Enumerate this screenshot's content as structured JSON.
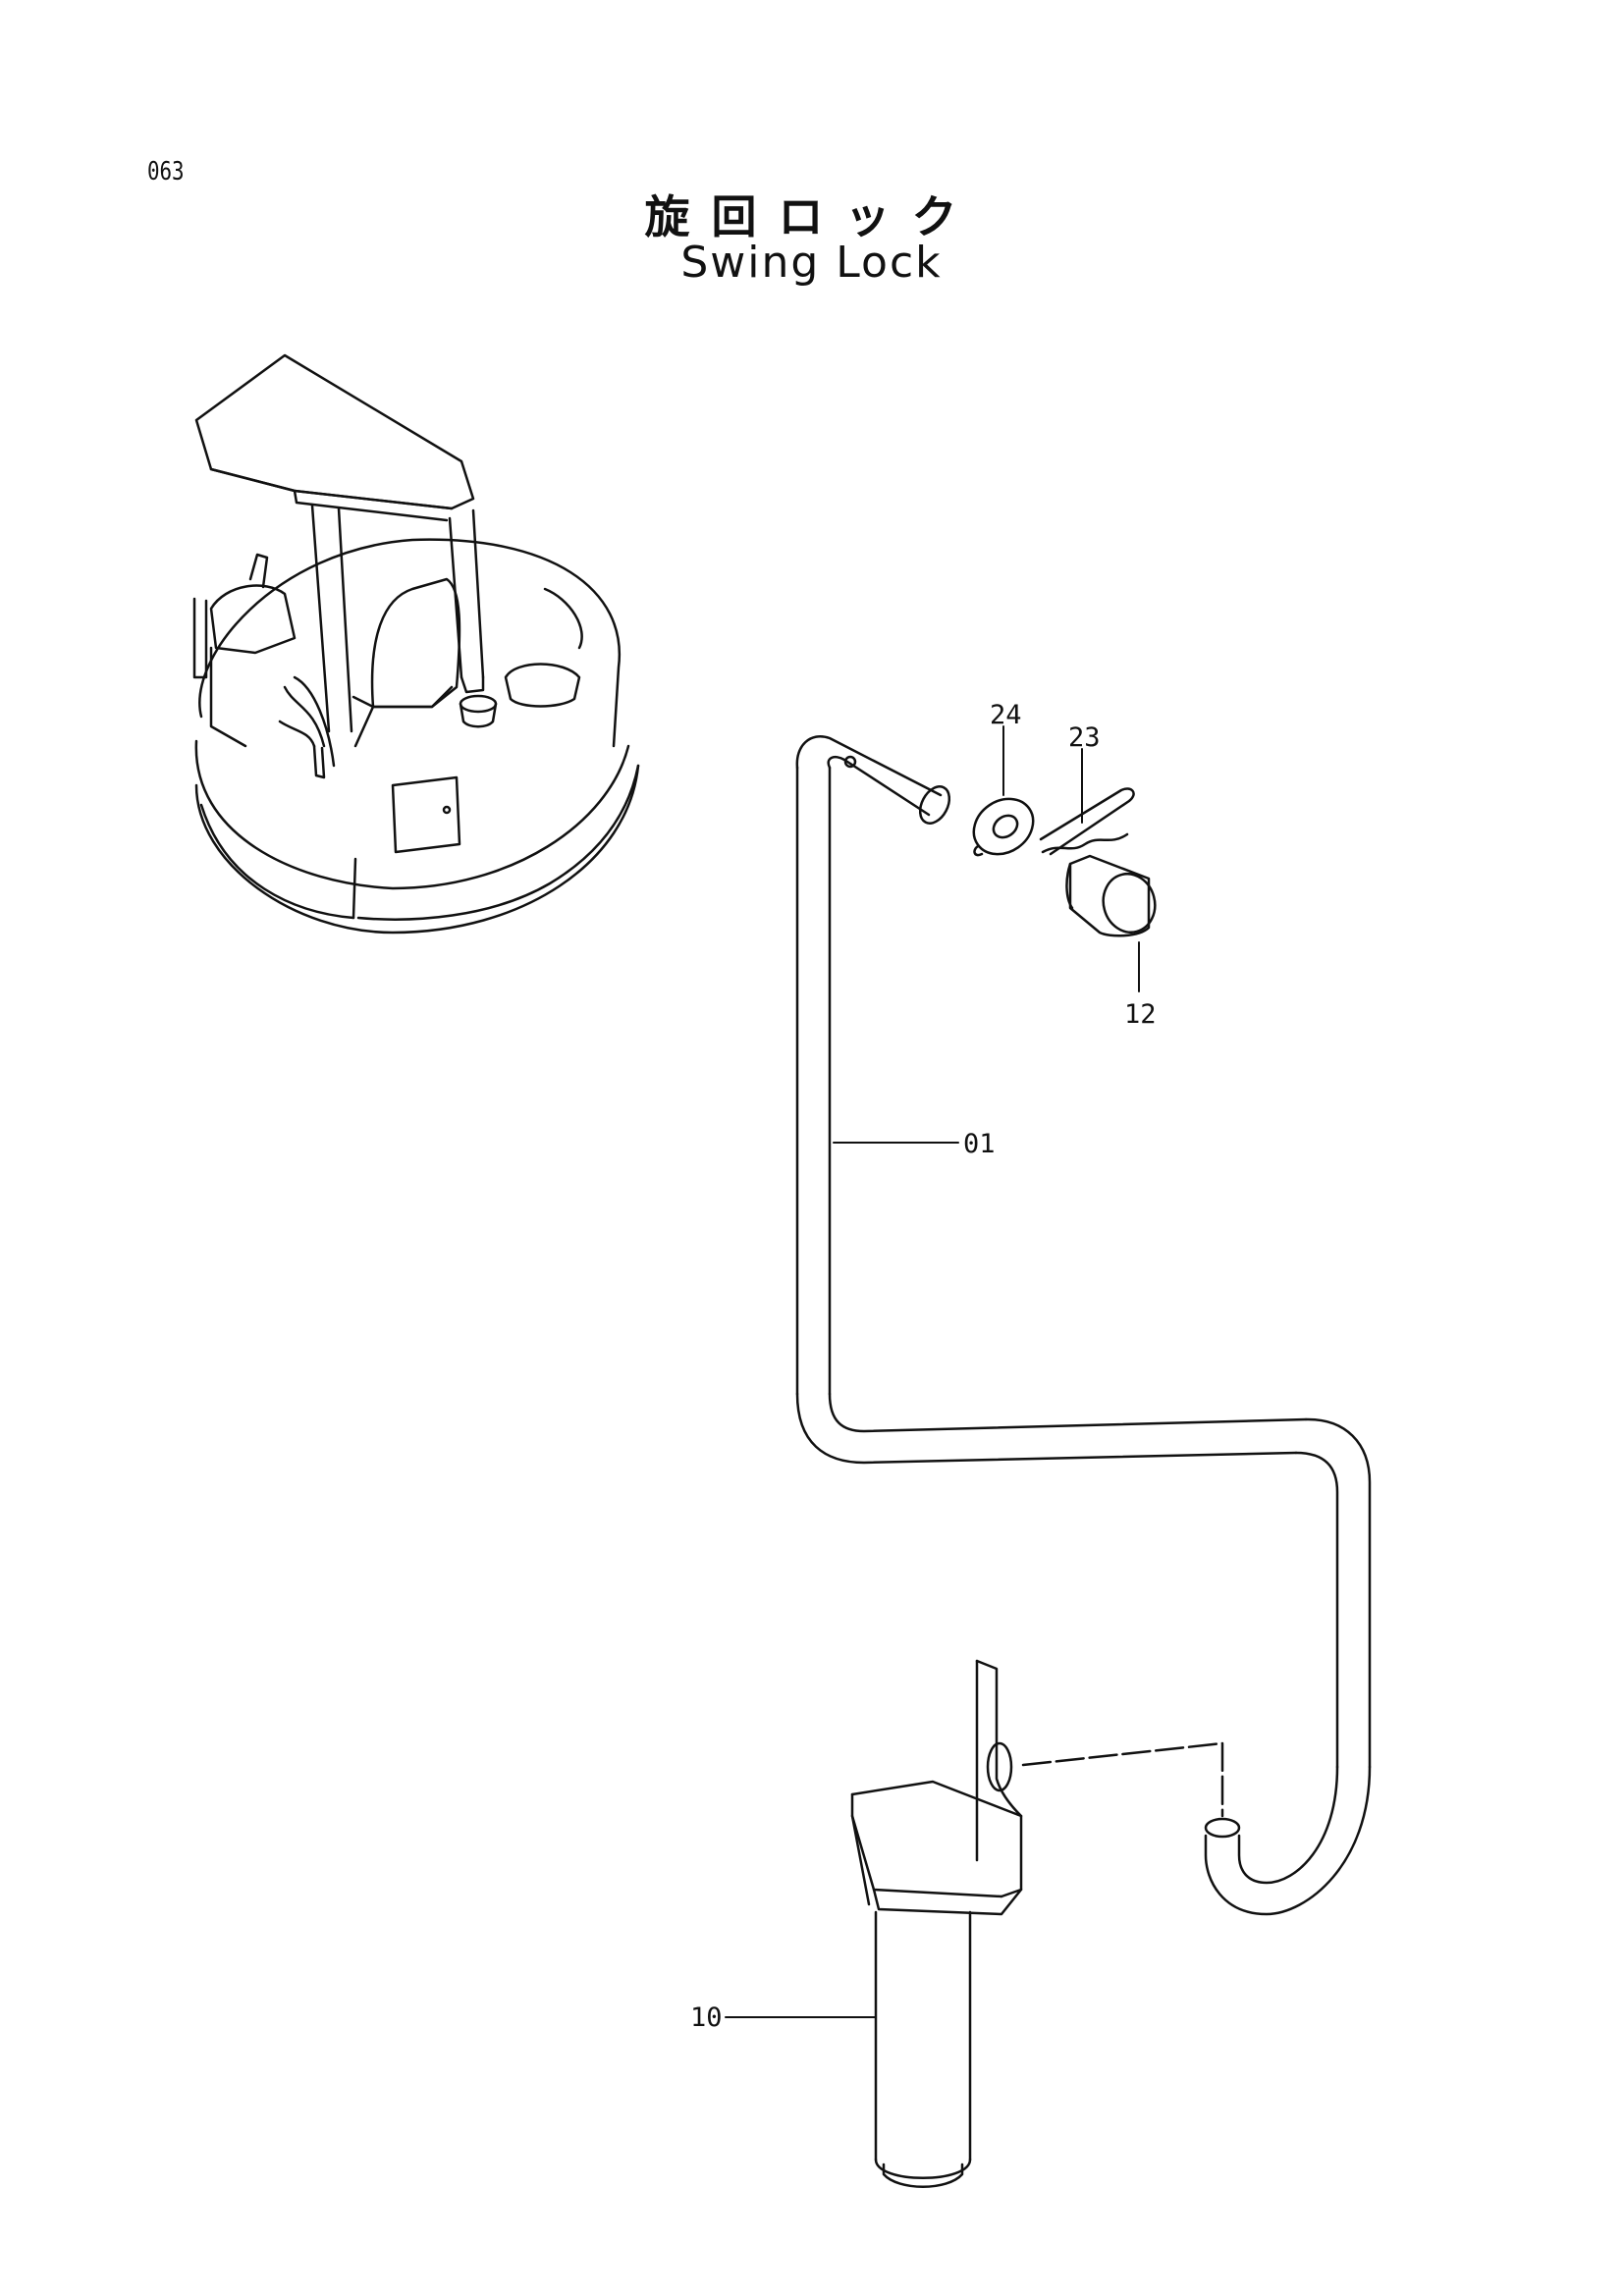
{
  "page": {
    "number": "063",
    "title_jp": "旋回ロック",
    "title_en": "Swing Lock"
  },
  "parts": [
    {
      "id": "24",
      "label": "24"
    },
    {
      "id": "23",
      "label": "23"
    },
    {
      "id": "12",
      "label": "12"
    },
    {
      "id": "01",
      "label": "01"
    },
    {
      "id": "10",
      "label": "10"
    }
  ]
}
